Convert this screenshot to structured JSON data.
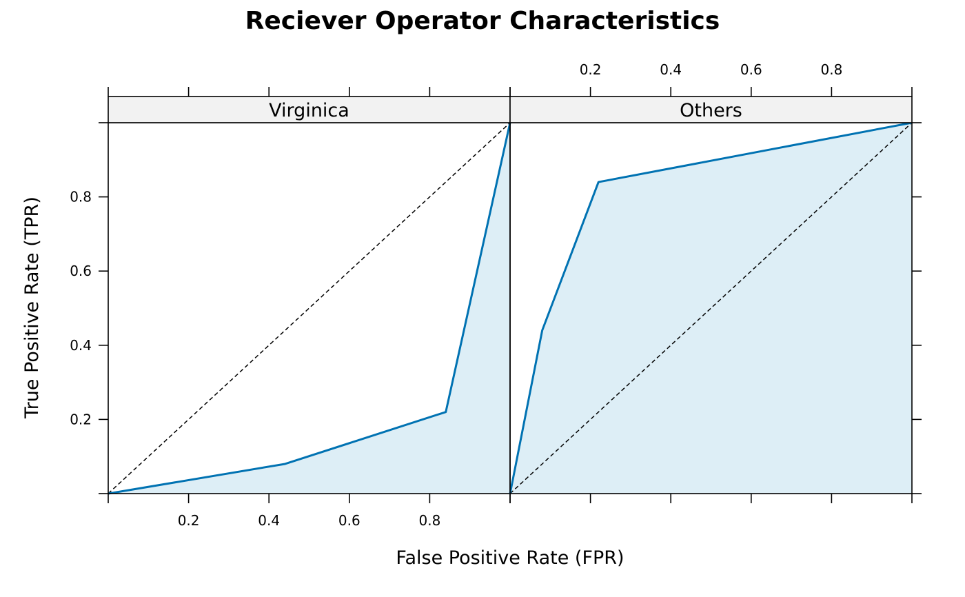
{
  "chart_data": {
    "type": "area",
    "title": "Reciever Operator Characteristics",
    "xlabel": "False Positive Rate (FPR)",
    "ylabel": "True Positive Rate (TPR)",
    "xlim": [
      0,
      1
    ],
    "ylim": [
      0,
      1
    ],
    "x_ticks": [
      0,
      0.2,
      0.4,
      0.6,
      0.8,
      1.0
    ],
    "x_tick_labels": [
      "",
      "0.2",
      "0.4",
      "0.6",
      "0.8",
      ""
    ],
    "y_ticks": [
      0,
      0.2,
      0.4,
      0.6,
      0.8,
      1.0
    ],
    "y_tick_labels": [
      "",
      "0.2",
      "0.4",
      "0.6",
      "0.8",
      ""
    ],
    "grid": false,
    "legend": "none",
    "diagonal_reference": true,
    "line_color": "#0072b2",
    "fill_color": "#ddeef6",
    "panels": [
      {
        "name": "Virginica",
        "x": [
          0,
          0.44,
          0.84,
          1.0
        ],
        "y": [
          0,
          0.08,
          0.22,
          1.0
        ]
      },
      {
        "name": "Others",
        "x": [
          0,
          0.08,
          0.22,
          1.0
        ],
        "y": [
          0,
          0.44,
          0.84,
          1.0
        ]
      }
    ]
  }
}
